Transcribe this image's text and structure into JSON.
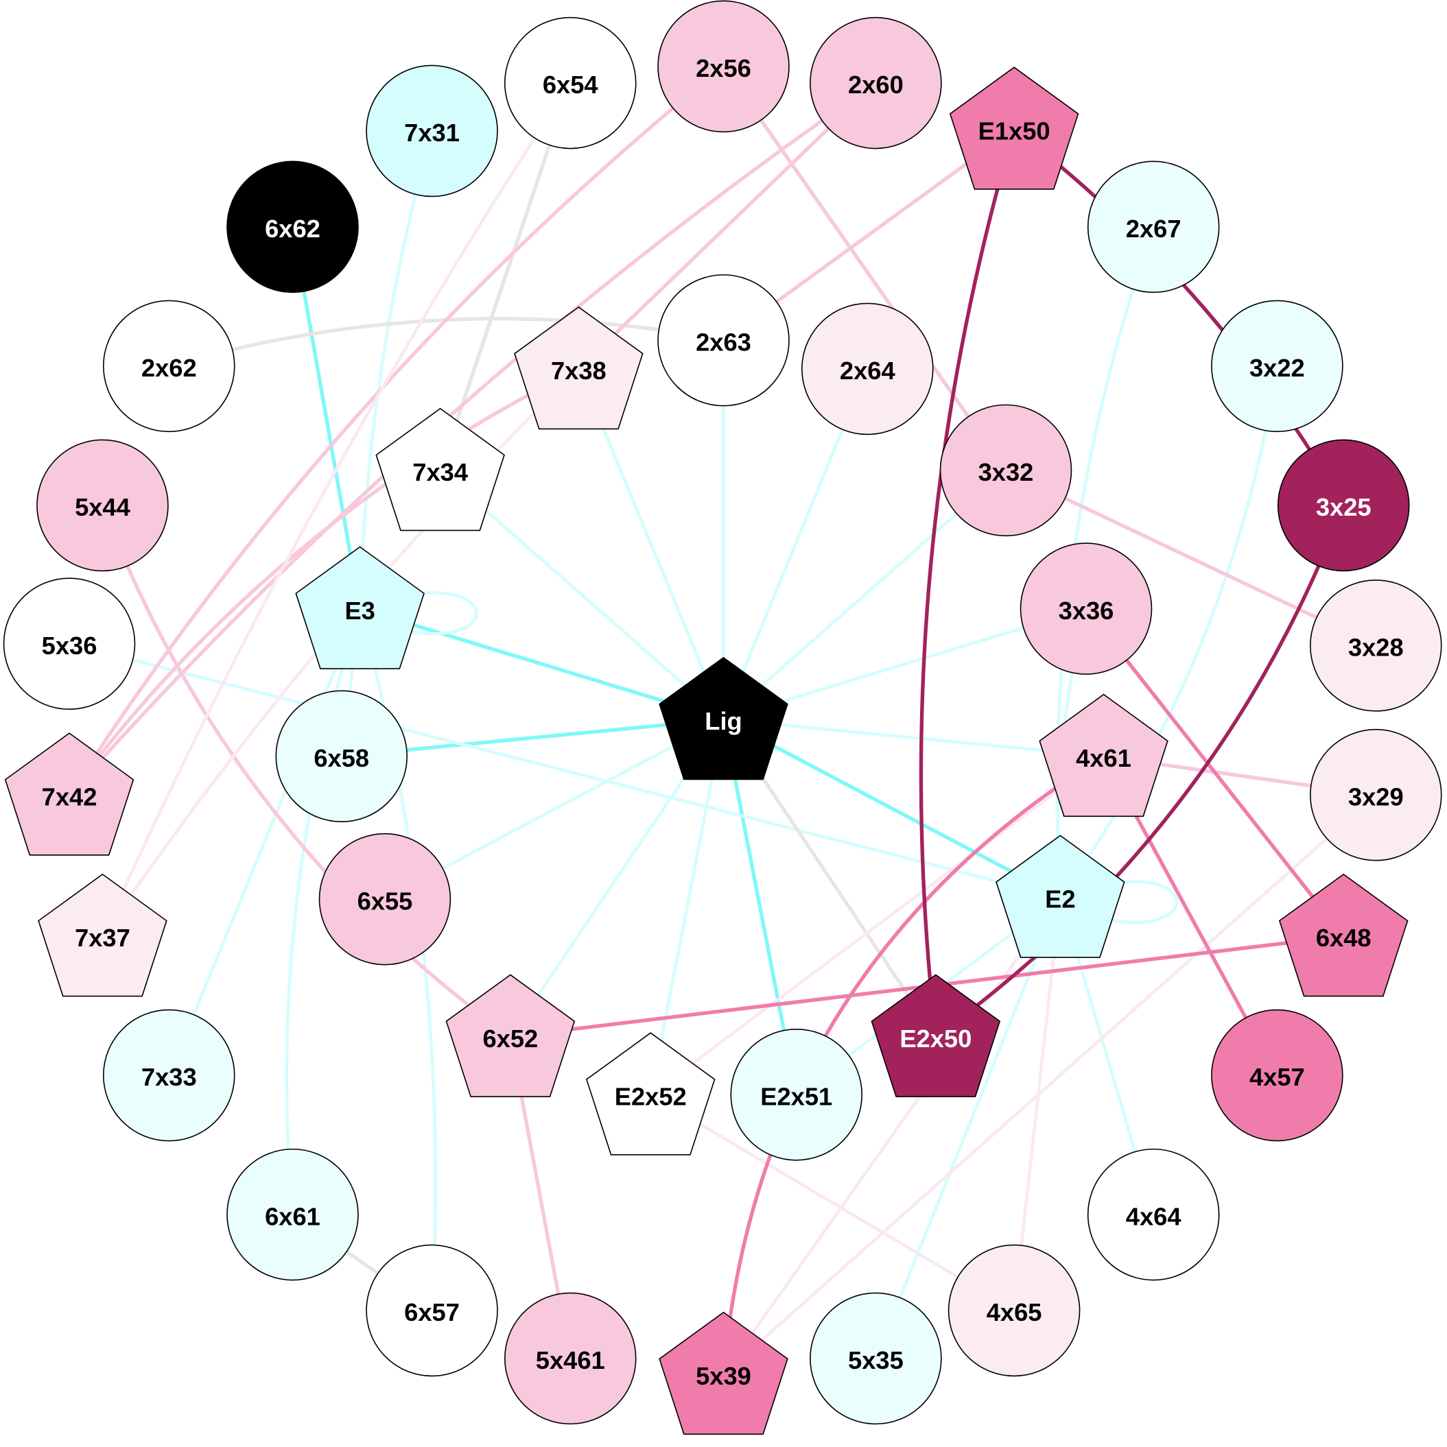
{
  "colors": {
    "white": "#ffffff",
    "cyan": "#d5fdfd",
    "lightcyan": "#eafefe",
    "pink": "#f8c8dc",
    "lightpink": "#fbebf2",
    "midpink": "#f07cab",
    "dark": "#a2225c",
    "black": "#000000",
    "edge_cyan_strong": "#80f8f8",
    "edge_cyan_light": "#d5fdfd",
    "edge_grey": "#e6e6e6",
    "edge_pink": "#f8c8dc",
    "edge_pink_light": "#fbe8f0",
    "edge_midpink": "#f07cab",
    "edge_dark": "#a2225c"
  },
  "nodes": [
    {
      "id": "6x54",
      "label": "6x54",
      "shape": "circle",
      "fill": "white"
    },
    {
      "id": "2x56",
      "label": "2x56",
      "shape": "circle",
      "fill": "pink"
    },
    {
      "id": "2x60",
      "label": "2x60",
      "shape": "circle",
      "fill": "pink"
    },
    {
      "id": "E1x50",
      "label": "E1x50",
      "shape": "pentagon",
      "fill": "midpink"
    },
    {
      "id": "7x31",
      "label": "7x31",
      "shape": "circle",
      "fill": "cyan"
    },
    {
      "id": "6x62",
      "label": "6x62",
      "shape": "circle",
      "fill": "black"
    },
    {
      "id": "2x67",
      "label": "2x67",
      "shape": "circle",
      "fill": "lightcyan"
    },
    {
      "id": "2x62",
      "label": "2x62",
      "shape": "circle",
      "fill": "white"
    },
    {
      "id": "2x63",
      "label": "2x63",
      "shape": "circle",
      "fill": "white"
    },
    {
      "id": "7x38",
      "label": "7x38",
      "shape": "pentagon",
      "fill": "lightpink"
    },
    {
      "id": "2x64",
      "label": "2x64",
      "shape": "circle",
      "fill": "lightpink"
    },
    {
      "id": "3x22",
      "label": "3x22",
      "shape": "circle",
      "fill": "lightcyan"
    },
    {
      "id": "7x34",
      "label": "7x34",
      "shape": "pentagon",
      "fill": "white"
    },
    {
      "id": "3x32",
      "label": "3x32",
      "shape": "circle",
      "fill": "pink"
    },
    {
      "id": "5x44",
      "label": "5x44",
      "shape": "circle",
      "fill": "pink"
    },
    {
      "id": "3x25",
      "label": "3x25",
      "shape": "circle",
      "fill": "dark"
    },
    {
      "id": "E3",
      "label": "E3",
      "shape": "pentagon",
      "fill": "cyan"
    },
    {
      "id": "3x36",
      "label": "3x36",
      "shape": "circle",
      "fill": "pink"
    },
    {
      "id": "5x36",
      "label": "5x36",
      "shape": "circle",
      "fill": "white"
    },
    {
      "id": "3x28",
      "label": "3x28",
      "shape": "circle",
      "fill": "lightpink"
    },
    {
      "id": "Lig",
      "label": "Lig",
      "shape": "pentagon",
      "fill": "black"
    },
    {
      "id": "6x58",
      "label": "6x58",
      "shape": "circle",
      "fill": "lightcyan"
    },
    {
      "id": "4x61",
      "label": "4x61",
      "shape": "pentagon",
      "fill": "pink"
    },
    {
      "id": "7x42",
      "label": "7x42",
      "shape": "pentagon",
      "fill": "pink"
    },
    {
      "id": "3x29",
      "label": "3x29",
      "shape": "circle",
      "fill": "lightpink"
    },
    {
      "id": "6x55",
      "label": "6x55",
      "shape": "circle",
      "fill": "pink"
    },
    {
      "id": "E2",
      "label": "E2",
      "shape": "pentagon",
      "fill": "cyan"
    },
    {
      "id": "7x37",
      "label": "7x37",
      "shape": "pentagon",
      "fill": "lightpink"
    },
    {
      "id": "6x48",
      "label": "6x48",
      "shape": "pentagon",
      "fill": "midpink"
    },
    {
      "id": "6x52",
      "label": "6x52",
      "shape": "pentagon",
      "fill": "pink"
    },
    {
      "id": "E2x50",
      "label": "E2x50",
      "shape": "pentagon",
      "fill": "dark"
    },
    {
      "id": "7x33",
      "label": "7x33",
      "shape": "circle",
      "fill": "lightcyan"
    },
    {
      "id": "4x57",
      "label": "4x57",
      "shape": "circle",
      "fill": "midpink"
    },
    {
      "id": "E2x52",
      "label": "E2x52",
      "shape": "pentagon",
      "fill": "white"
    },
    {
      "id": "E2x51",
      "label": "E2x51",
      "shape": "circle",
      "fill": "lightcyan"
    },
    {
      "id": "6x61",
      "label": "6x61",
      "shape": "circle",
      "fill": "lightcyan"
    },
    {
      "id": "4x64",
      "label": "4x64",
      "shape": "circle",
      "fill": "white"
    },
    {
      "id": "6x57",
      "label": "6x57",
      "shape": "circle",
      "fill": "white"
    },
    {
      "id": "4x65",
      "label": "4x65",
      "shape": "circle",
      "fill": "lightpink"
    },
    {
      "id": "5x461",
      "label": "5x461",
      "shape": "circle",
      "fill": "pink"
    },
    {
      "id": "5x39",
      "label": "5x39",
      "shape": "pentagon",
      "fill": "midpink"
    },
    {
      "id": "5x35",
      "label": "5x35",
      "shape": "circle",
      "fill": "lightcyan"
    }
  ],
  "edges": [
    {
      "s": "6x62",
      "t": "E3",
      "kind": "edge_cyan_strong"
    },
    {
      "s": "E3",
      "t": "Lig",
      "kind": "edge_cyan_strong"
    },
    {
      "s": "6x58",
      "t": "Lig",
      "kind": "edge_cyan_strong"
    },
    {
      "s": "Lig",
      "t": "E2",
      "kind": "edge_cyan_strong"
    },
    {
      "s": "Lig",
      "t": "E2x51",
      "kind": "edge_cyan_strong"
    },
    {
      "s": "7x31",
      "t": "E3",
      "kind": "edge_cyan_light"
    },
    {
      "s": "7x38",
      "t": "Lig",
      "kind": "edge_cyan_light"
    },
    {
      "s": "7x34",
      "t": "Lig",
      "kind": "edge_cyan_light"
    },
    {
      "s": "2x63",
      "t": "Lig",
      "kind": "edge_cyan_light"
    },
    {
      "s": "2x64",
      "t": "Lig",
      "kind": "edge_cyan_light"
    },
    {
      "s": "3x32",
      "t": "Lig",
      "kind": "edge_cyan_light"
    },
    {
      "s": "3x36",
      "t": "Lig",
      "kind": "edge_cyan_light"
    },
    {
      "s": "Lig",
      "t": "4x61",
      "kind": "edge_cyan_light"
    },
    {
      "s": "Lig",
      "t": "6x55",
      "kind": "edge_cyan_light"
    },
    {
      "s": "Lig",
      "t": "6x52",
      "kind": "edge_cyan_light"
    },
    {
      "s": "Lig",
      "t": "E2x52",
      "kind": "edge_cyan_light"
    },
    {
      "s": "5x36",
      "t": "E2",
      "kind": "edge_cyan_light"
    },
    {
      "s": "E3",
      "t": "6x58",
      "kind": "edge_cyan_light"
    },
    {
      "s": "E3",
      "t": "7x33",
      "kind": "edge_cyan_light"
    },
    {
      "s": "E3",
      "t": "6x61",
      "kind": "edge_cyan_light"
    },
    {
      "s": "E3",
      "t": "6x57",
      "kind": "edge_cyan_light"
    },
    {
      "s": "2x67",
      "t": "E2",
      "kind": "edge_cyan_light"
    },
    {
      "s": "3x22",
      "t": "E2",
      "kind": "edge_cyan_light"
    },
    {
      "s": "3x36",
      "t": "E2",
      "kind": "edge_cyan_light"
    },
    {
      "s": "E2",
      "t": "E2x51",
      "kind": "edge_cyan_light"
    },
    {
      "s": "E2",
      "t": "5x35",
      "kind": "edge_cyan_light"
    },
    {
      "s": "E2",
      "t": "4x64",
      "kind": "edge_cyan_light"
    },
    {
      "s": "E3",
      "t": "E3",
      "kind": "edge_cyan_light"
    },
    {
      "s": "E2",
      "t": "E2",
      "kind": "edge_cyan_light"
    },
    {
      "s": "2x62",
      "t": "2x63",
      "kind": "edge_grey"
    },
    {
      "s": "6x54",
      "t": "7x34",
      "kind": "edge_grey"
    },
    {
      "s": "Lig",
      "t": "E2x50",
      "kind": "edge_grey"
    },
    {
      "s": "6x61",
      "t": "6x57",
      "kind": "edge_grey"
    },
    {
      "s": "2x56",
      "t": "7x42",
      "kind": "edge_pink"
    },
    {
      "s": "2x60",
      "t": "7x42",
      "kind": "edge_pink"
    },
    {
      "s": "2x60",
      "t": "7x38",
      "kind": "edge_pink"
    },
    {
      "s": "E1x50",
      "t": "2x63",
      "kind": "edge_pink"
    },
    {
      "s": "2x56",
      "t": "3x32",
      "kind": "edge_pink"
    },
    {
      "s": "3x32",
      "t": "3x28",
      "kind": "edge_pink"
    },
    {
      "s": "7x38",
      "t": "7x42",
      "kind": "edge_pink"
    },
    {
      "s": "5x44",
      "t": "6x52",
      "kind": "edge_pink"
    },
    {
      "s": "6x52",
      "t": "5x461",
      "kind": "edge_pink"
    },
    {
      "s": "4x61",
      "t": "3x29",
      "kind": "edge_pink"
    },
    {
      "s": "6x54",
      "t": "7x37",
      "kind": "edge_pink_light"
    },
    {
      "s": "7x38",
      "t": "7x37",
      "kind": "edge_pink_light"
    },
    {
      "s": "E2x52",
      "t": "4x65",
      "kind": "edge_pink_light"
    },
    {
      "s": "4x61",
      "t": "E2x52",
      "kind": "edge_pink_light"
    },
    {
      "s": "3x29",
      "t": "5x39",
      "kind": "edge_pink_light"
    },
    {
      "s": "E2",
      "t": "5x39",
      "kind": "edge_pink_light"
    },
    {
      "s": "E2",
      "t": "4x65",
      "kind": "edge_pink_light"
    },
    {
      "s": "3x36",
      "t": "6x48",
      "kind": "edge_midpink"
    },
    {
      "s": "4x61",
      "t": "4x57",
      "kind": "edge_midpink"
    },
    {
      "s": "6x52",
      "t": "6x48",
      "kind": "edge_midpink"
    },
    {
      "s": "4x61",
      "t": "5x39",
      "kind": "edge_midpink"
    },
    {
      "s": "E1x50",
      "t": "E2x50",
      "kind": "edge_dark"
    },
    {
      "s": "E1x50",
      "t": "3x25",
      "kind": "edge_dark"
    },
    {
      "s": "3x25",
      "t": "E2x50",
      "kind": "edge_dark"
    }
  ]
}
